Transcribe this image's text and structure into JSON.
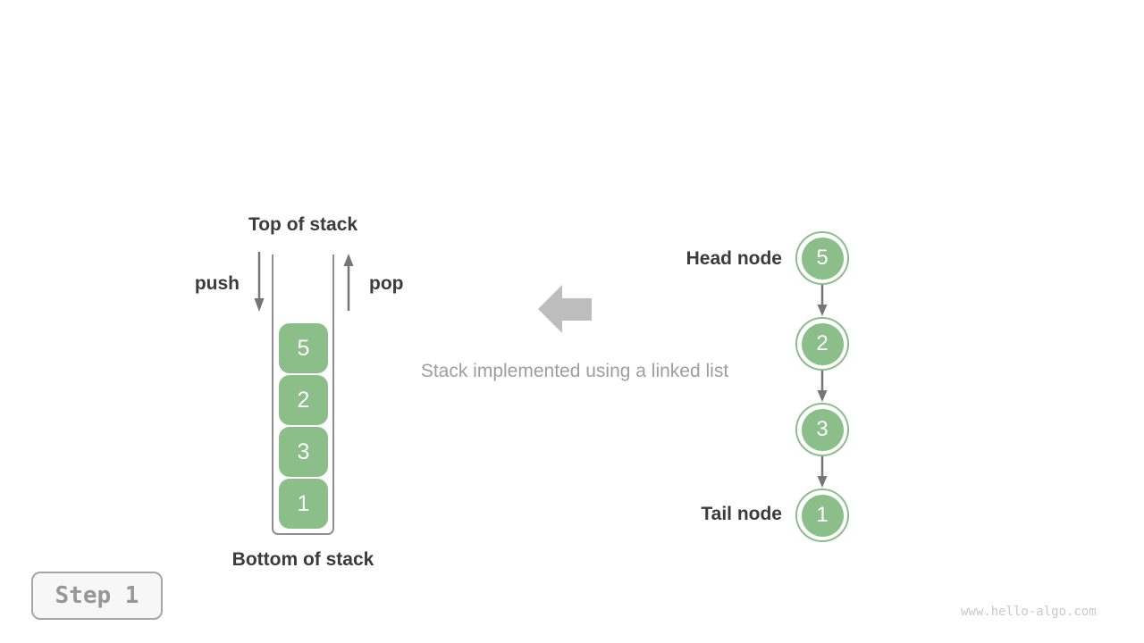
{
  "stack": {
    "top_label": "Top of stack",
    "bottom_label": "Bottom of stack",
    "push_label": "push",
    "pop_label": "pop",
    "items": [
      "5",
      "2",
      "3",
      "1"
    ]
  },
  "caption": "Stack implemented using a linked list",
  "linked_list": {
    "head_label": "Head node",
    "tail_label": "Tail node",
    "nodes": [
      "5",
      "2",
      "3",
      "1"
    ]
  },
  "step_label": "Step 1",
  "watermark": "www.hello-algo.com",
  "colors": {
    "node_green": "#8bbe89",
    "dark_text": "#3b3b3b",
    "arrow_gray": "#757575",
    "caption_gray": "#9e9e9e",
    "block_arrow_gray": "#bdbdbd",
    "container_border": "#8f8f8f",
    "step_text": "#979797",
    "watermark_gray": "#c9c9c9"
  }
}
